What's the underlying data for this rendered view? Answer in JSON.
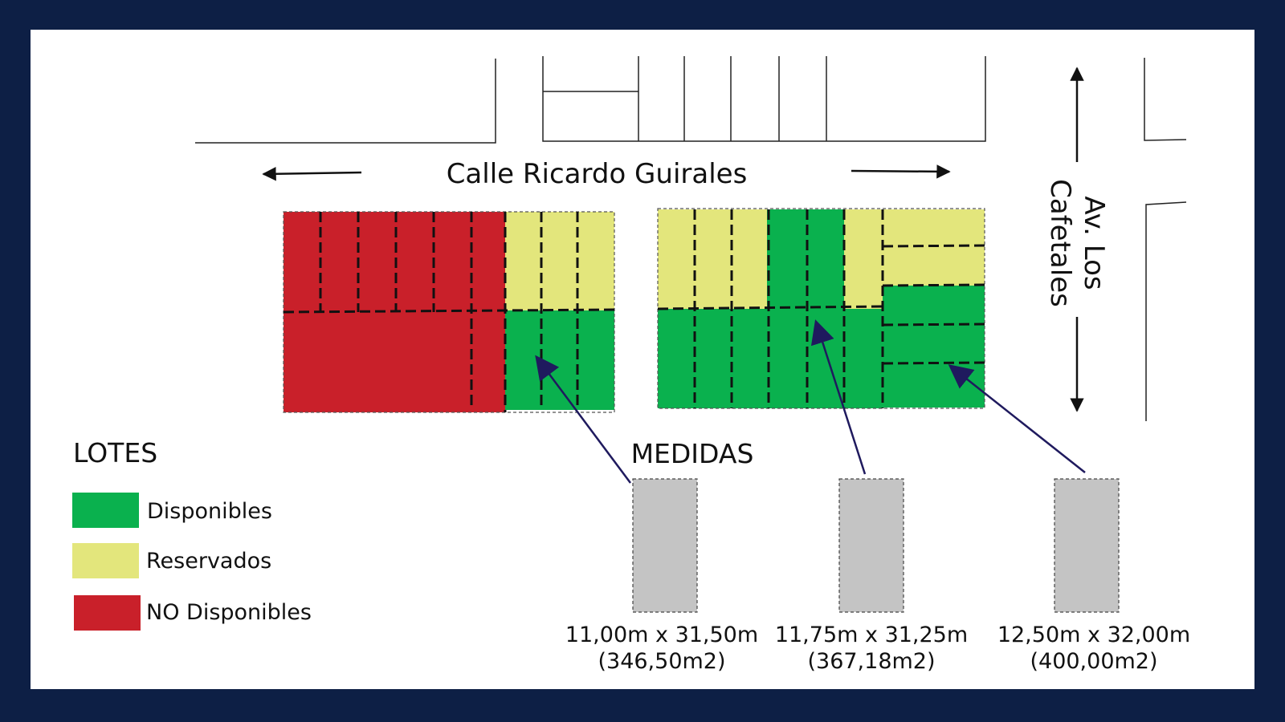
{
  "streets": {
    "horizontal": "Calle Ricardo Guirales",
    "vertical_line1": "Av. Los",
    "vertical_line2": "Cafetales"
  },
  "legend": {
    "title": "LOTES",
    "items": [
      {
        "label": "Disponibles",
        "color": "#0ab14e"
      },
      {
        "label": "Reservados",
        "color": "#e3e67c"
      },
      {
        "label": "NO Disponibles",
        "color": "#c9202a"
      }
    ]
  },
  "measures": {
    "title": "MEDIDAS",
    "items": [
      {
        "dims": "11,00m x 31,50m",
        "area": "(346,50m2)"
      },
      {
        "dims": "11,75m x 31,25m",
        "area": "(367,18m2)"
      },
      {
        "dims": "12,50m x 32,00m",
        "area": "(400,00m2)"
      }
    ]
  },
  "colors": {
    "frame": "#0d1f45",
    "arrow": "#1f1a5e",
    "sample_lot": "#c4c4c4"
  }
}
